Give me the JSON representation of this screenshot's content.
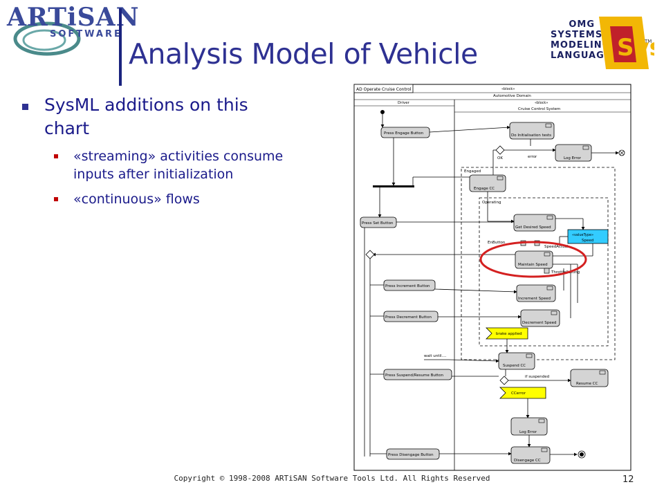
{
  "logos": {
    "artisan_main": "ARTiSAN",
    "artisan_sub": "SOFTWARE",
    "sysml_lines": [
      "OMG",
      "SYSTEMS",
      "MODELING",
      "LANGUAGE"
    ],
    "sysml_mark": "SysML",
    "sysml_tm": "TM"
  },
  "slide": {
    "title": "Analysis Model of Vehicle",
    "bullets": [
      {
        "text": "SysML additions on this chart",
        "sub": [
          "«streaming» activities consume inputs after initialization",
          "«continuous» flows"
        ]
      }
    ],
    "footer": "Copyright © 1998-2008 ARTiSAN Software Tools Ltd.  All Rights Reserved",
    "page_number": "12"
  },
  "diagram": {
    "frame_title": "AD Operate Cruise Control",
    "block_stereotype": "«block»",
    "block_name_1": "Automotive Domain",
    "block_name_2": "Cruise Control System",
    "swimlane_left": "Driver",
    "actions": {
      "press_engage": "Press Engage Button",
      "do_init": "Do Initialisation tests",
      "log_error_1": "Log Error",
      "engage_cc": "Engage CC",
      "press_set": "Press Set Button",
      "get_desired": "Get Desired Speed",
      "maintain_speed": "Maintain Speed",
      "press_increment": "Press Increment Button",
      "increment_speed": "Increment Speed",
      "press_decrement": "Press Decrement Button",
      "decrement_speed": "Decrement Speed",
      "suspend_cc": "Suspend CC",
      "press_suspend": "Press Suspend/Resume Button",
      "resume_cc": "Resume CC",
      "log_error_2": "Log Error",
      "press_disengage": "Press Disengage Button",
      "disengage_cc": "Disengage CC"
    },
    "labels": {
      "ok": "OK",
      "error": "error",
      "engaged": "Engaged",
      "operating": "Operating",
      "value_type_1": "«valueType»",
      "value_type_2": "Speed",
      "entry_pin": "EnButton",
      "speed_pin": "SpeedActual",
      "throttle_pin": "ThrottleSetting",
      "wait_until": "wait until....",
      "if_suspended": "if suspended",
      "brake_applied": "brake applied",
      "cc_error": "CCerror"
    },
    "colors": {
      "action_fill": "#d4d4d4",
      "value_type_fill": "#33ccff",
      "signal_fill": "#ffff00",
      "highlight_ring": "#d42020"
    }
  }
}
